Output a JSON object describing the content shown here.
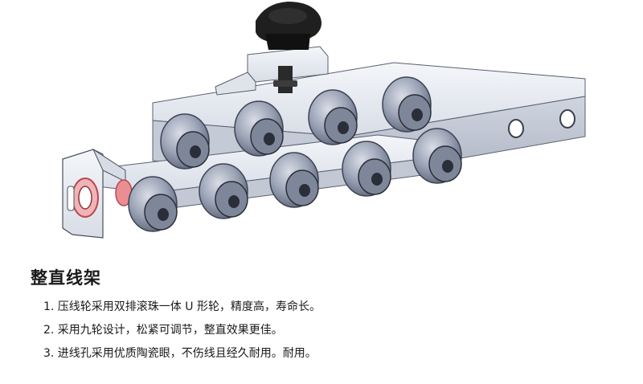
{
  "title": "整直线架",
  "features": [
    "1. 压线轮采用双排滚珠一体 U 形轮，精度高，寿命长。",
    "2. 采用九轮设计，松紧可调节，整直效果更佳。",
    "3. 进线孔采用优质陶瓷眼，不伤线且经久耐用。耐用。"
  ],
  "colors": {
    "frame": "#e4e8ef",
    "wheel": "#8a93a8",
    "wheel_dark": "#2a2e38",
    "knob": "#1f1f1f",
    "ceramic_eye": "#e98f93"
  },
  "icons": [
    "adjustment-knob-icon",
    "ceramic-eye-icon",
    "roller-wheel-icon"
  ]
}
